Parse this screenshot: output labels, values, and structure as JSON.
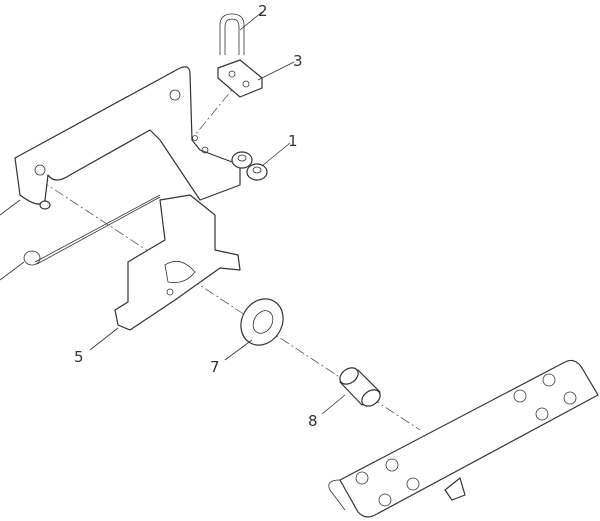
{
  "diagram": {
    "title": "",
    "callouts": [
      {
        "number": "2",
        "part": "u-bolt"
      },
      {
        "number": "3",
        "part": "clamp-plate"
      },
      {
        "number": "1",
        "part": "nuts"
      },
      {
        "number": "5",
        "part": "pedal-lever"
      },
      {
        "number": "7",
        "part": "washer"
      },
      {
        "number": "8",
        "part": "bushing"
      }
    ]
  }
}
